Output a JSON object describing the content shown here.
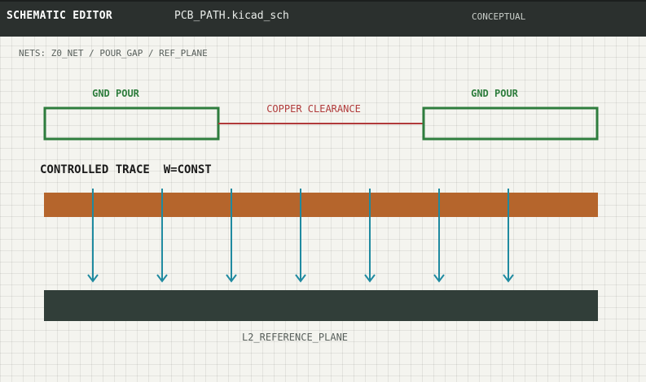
{
  "header": {
    "app_title": "SCHEMATIC EDITOR",
    "file_name": "PCB_PATH.kicad_sch",
    "mode": "CONCEPTUAL"
  },
  "nets_line": "NETS: Z0_NET / POUR_GAP / REF_PLANE",
  "pour_left": {
    "label": "GND POUR"
  },
  "pour_right": {
    "label": "GND POUR"
  },
  "clearance": {
    "label": "COPPER CLEARANCE"
  },
  "trace": {
    "label": "CONTROLLED TRACE  W=CONST"
  },
  "reference_plane": {
    "label": "L2_REFERENCE_PLANE"
  },
  "field_arrow_count": 7,
  "colors": {
    "pour": "#2e7d3d",
    "clearance": "#b03a3a",
    "trace": "#b5652c",
    "field_arrows": "#1f8aa0",
    "plane": "#313e39",
    "titlebar": "#2b302e"
  }
}
